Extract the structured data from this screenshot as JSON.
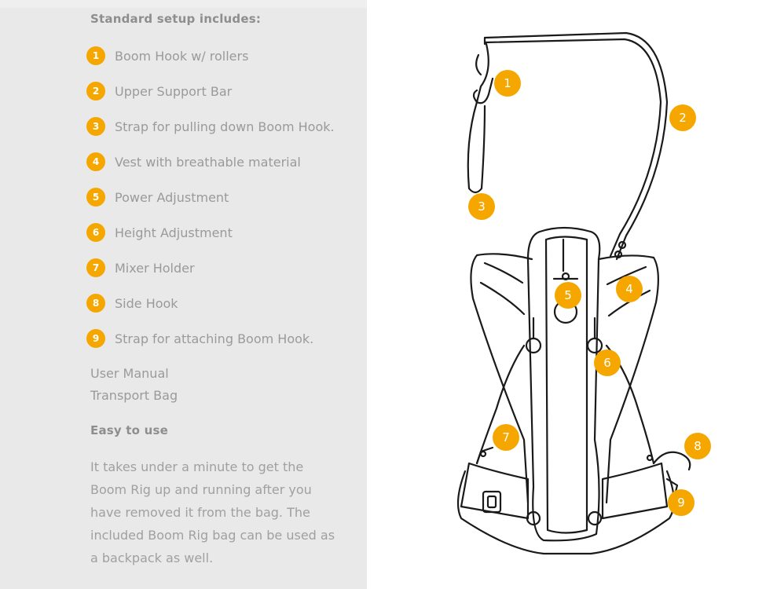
{
  "heading": "Standard setup includes:",
  "items": [
    {
      "num": "1",
      "label": "Boom Hook w/ rollers"
    },
    {
      "num": "2",
      "label": "Upper Support Bar"
    },
    {
      "num": "3",
      "label": "Strap for pulling down Boom Hook."
    },
    {
      "num": "4",
      "label": "Vest with breathable material"
    },
    {
      "num": "5",
      "label": "Power Adjustment"
    },
    {
      "num": "6",
      "label": "Height Adjustment"
    },
    {
      "num": "7",
      "label": "Mixer Holder"
    },
    {
      "num": "8",
      "label": "Side Hook"
    },
    {
      "num": "9",
      "label": "Strap for attaching Boom Hook."
    }
  ],
  "extras": [
    "User Manual",
    "Transport Bag"
  ],
  "easy_heading": "Easy to use",
  "paragraph": "It takes under a minute to get the Boom Rig up and running after you have removed it from the bag. The included Boom Rig bag can be used as a backpack as well.",
  "callouts": [
    "1",
    "2",
    "3",
    "4",
    "5",
    "6",
    "7",
    "8",
    "9"
  ],
  "colors": {
    "accent": "#f5a700",
    "panel": "#e9e9e9",
    "text": "#9a9a9a"
  }
}
